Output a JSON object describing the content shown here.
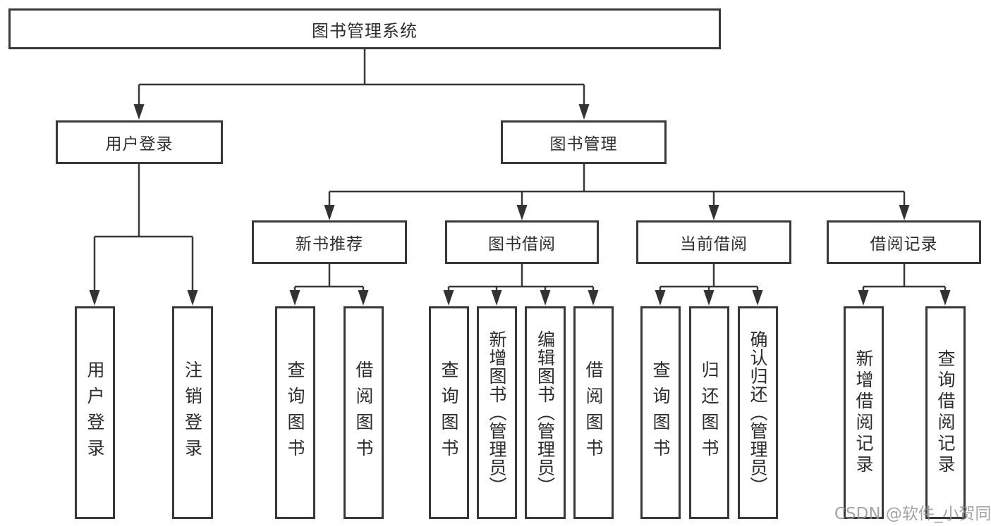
{
  "watermark": "CSDN @软件_小贺同学",
  "colors": {
    "line": "#383838",
    "arrow": "#333333",
    "text": "#2d2d2d",
    "box_fill": "#ffffff",
    "watermark": "#949494"
  },
  "tree": {
    "root": {
      "label": "图书管理系统",
      "children": [
        {
          "label": "用户登录",
          "children": [
            {
              "label": "用户登录"
            },
            {
              "label": "注销登录"
            }
          ]
        },
        {
          "label": "图书管理",
          "children": [
            {
              "label": "新书推荐",
              "children": [
                {
                  "label": "查询图书"
                },
                {
                  "label": "借阅图书"
                }
              ]
            },
            {
              "label": "图书借阅",
              "children": [
                {
                  "label": "查询图书"
                },
                {
                  "label": "新增图书（管理员）"
                },
                {
                  "label": "编辑图书（管理员）"
                },
                {
                  "label": "借阅图书"
                }
              ]
            },
            {
              "label": "当前借阅",
              "children": [
                {
                  "label": "查询图书"
                },
                {
                  "label": "归还图书"
                },
                {
                  "label": "确认归还（管理员）"
                }
              ]
            },
            {
              "label": "借阅记录",
              "children": [
                {
                  "label": "新增借阅记录"
                },
                {
                  "label": "查询借阅记录"
                }
              ]
            }
          ]
        }
      ]
    }
  }
}
